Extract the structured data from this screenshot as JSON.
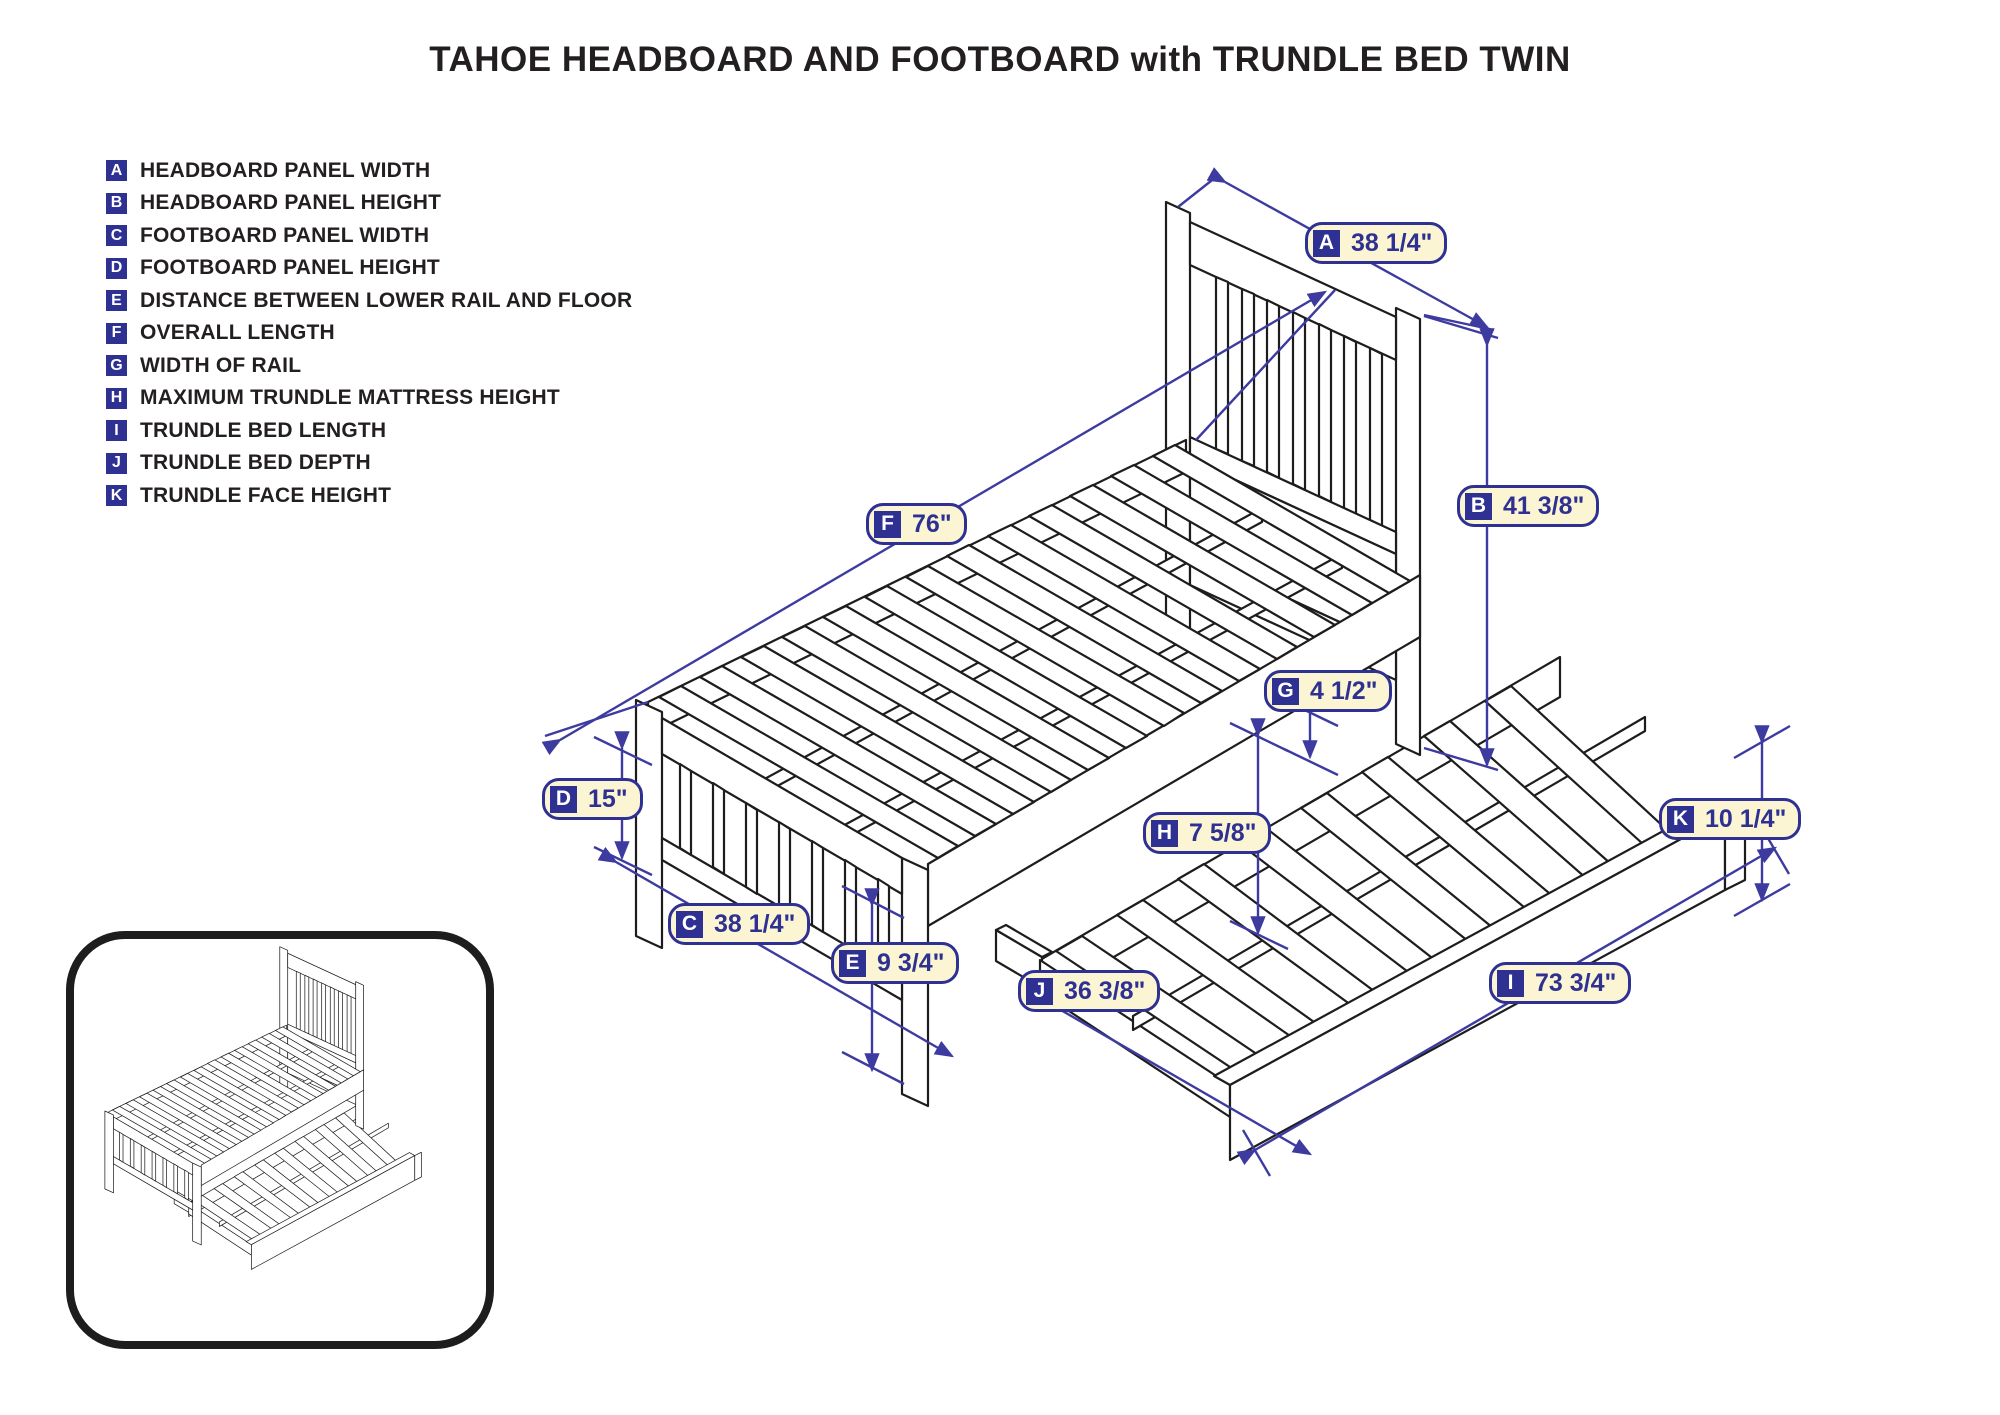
{
  "title": "TAHOE HEADBOARD AND FOOTBOARD with TRUNDLE BED TWIN",
  "legend": {
    "items": [
      {
        "key": "A",
        "label": "HEADBOARD PANEL WIDTH"
      },
      {
        "key": "B",
        "label": "HEADBOARD PANEL HEIGHT"
      },
      {
        "key": "C",
        "label": "FOOTBOARD PANEL WIDTH"
      },
      {
        "key": "D",
        "label": "FOOTBOARD PANEL HEIGHT"
      },
      {
        "key": "E",
        "label": "DISTANCE BETWEEN LOWER RAIL AND FLOOR"
      },
      {
        "key": "F",
        "label": "OVERALL LENGTH"
      },
      {
        "key": "G",
        "label": "WIDTH OF RAIL"
      },
      {
        "key": "H",
        "label": "MAXIMUM TRUNDLE MATTRESS HEIGHT"
      },
      {
        "key": "I",
        "label": "TRUNDLE BED LENGTH"
      },
      {
        "key": "J",
        "label": "TRUNDLE BED DEPTH"
      },
      {
        "key": "K",
        "label": "TRUNDLE FACE HEIGHT"
      }
    ]
  },
  "dims": {
    "A": {
      "key": "A",
      "value": "38 1/4\""
    },
    "B": {
      "key": "B",
      "value": "41 3/8\""
    },
    "C": {
      "key": "C",
      "value": "38 1/4\""
    },
    "D": {
      "key": "D",
      "value": "15\""
    },
    "E": {
      "key": "E",
      "value": "9 3/4\""
    },
    "F": {
      "key": "F",
      "value": "76\""
    },
    "G": {
      "key": "G",
      "value": "4 1/2\""
    },
    "H": {
      "key": "H",
      "value": "7 5/8\""
    },
    "I": {
      "key": "I",
      "value": "73 3/4\""
    },
    "J": {
      "key": "J",
      "value": "36 3/8\""
    },
    "K": {
      "key": "K",
      "value": "10 1/4\""
    }
  },
  "colors": {
    "badge_blue": "#2e3192",
    "pill_background": "#fbf5d3",
    "dimension_line": "#3d3ba0",
    "line_art": "#1d1d1d"
  }
}
